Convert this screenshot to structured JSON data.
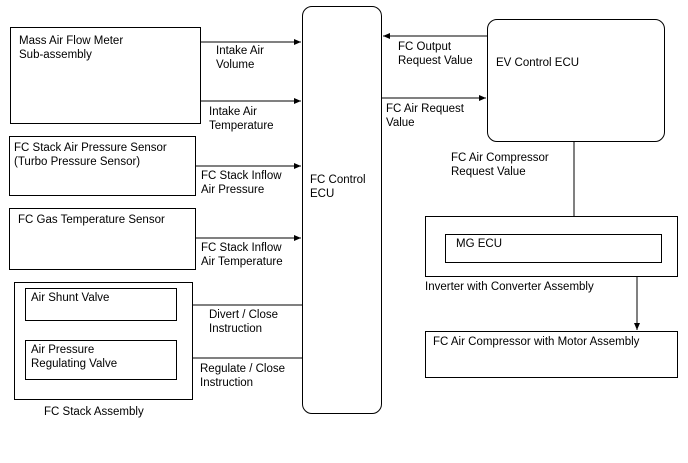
{
  "blocks": {
    "mass_air_flow": [
      "Mass Air Flow Meter",
      "Sub-assembly"
    ],
    "fc_stack_air_pressure": [
      "FC Stack Air Pressure Sensor",
      "(Turbo Pressure Sensor)"
    ],
    "fc_gas_temp": "FC Gas Temperature Sensor",
    "fc_stack_assembly": "FC Stack Assembly",
    "air_shunt_valve": "Air Shunt Valve",
    "air_pressure_regulating_valve": [
      "Air Pressure",
      "Regulating Valve"
    ],
    "fc_control_ecu": [
      "FC Control",
      "ECU"
    ],
    "ev_control_ecu": "EV Control ECU",
    "inverter_assembly": "Inverter with Converter Assembly",
    "mg_ecu": "MG ECU",
    "fc_air_compressor_motor": "FC Air Compressor with Motor Assembly"
  },
  "signals": {
    "intake_air_volume": [
      "Intake Air",
      "Volume"
    ],
    "intake_air_temperature": [
      "Intake Air",
      "Temperature"
    ],
    "fc_stack_inflow_pressure": [
      "FC Stack Inflow",
      "Air Pressure"
    ],
    "fc_stack_inflow_temperature": [
      "FC Stack Inflow",
      "Air Temperature"
    ],
    "divert_close": [
      "Divert / Close",
      "Instruction"
    ],
    "regulate_close": [
      "Regulate / Close",
      "Instruction"
    ],
    "fc_output_request": [
      "FC Output",
      "Request Value"
    ],
    "fc_air_request": [
      "FC Air Request",
      "Value"
    ],
    "fc_air_compressor_request": [
      "FC Air Compressor",
      "Request Value"
    ]
  }
}
